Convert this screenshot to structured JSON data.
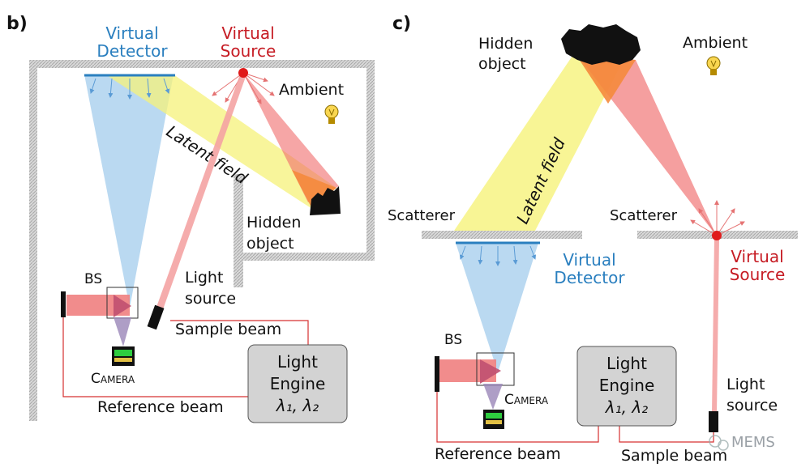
{
  "panel_b": {
    "letter": "b)",
    "virtual_detector": [
      "Virtual",
      "Detector"
    ],
    "virtual_source": [
      "Virtual",
      "Source"
    ],
    "ambient": "Ambient",
    "latent_field": "Latent field",
    "hidden_object": [
      "Hidden",
      "object"
    ],
    "light_source": [
      "Light",
      "source"
    ],
    "bs": "BS",
    "camera": "Camera",
    "sample_beam": "Sample beam",
    "reference_beam": "Reference beam",
    "light_engine": [
      "Light",
      "Engine",
      "λ₁, λ₂"
    ]
  },
  "panel_c": {
    "letter": "c)",
    "hidden_object": [
      "Hidden",
      "object"
    ],
    "ambient": "Ambient",
    "latent_field": "Latent field",
    "scatterer_left": "Scatterer",
    "scatterer_right": "Scatterer",
    "virtual_detector": [
      "Virtual",
      "Detector"
    ],
    "virtual_source": [
      "Virtual",
      "Source"
    ],
    "bs": "BS",
    "camera": "Camera",
    "light_engine": [
      "Light",
      "Engine",
      "λ₁, λ₂"
    ],
    "light_source": [
      "Light",
      "source"
    ],
    "reference_beam": "Reference beam",
    "sample_beam": "Sample beam"
  },
  "watermark": "MEMS",
  "colors": {
    "detector_blue": "#2a7fbf",
    "source_red": "#e01a1a",
    "latent_yellow": "#f6f27a",
    "beam_red": "#f08080",
    "wall_gray": "#c8c8c8",
    "engine_gray": "#d3d3d3"
  }
}
